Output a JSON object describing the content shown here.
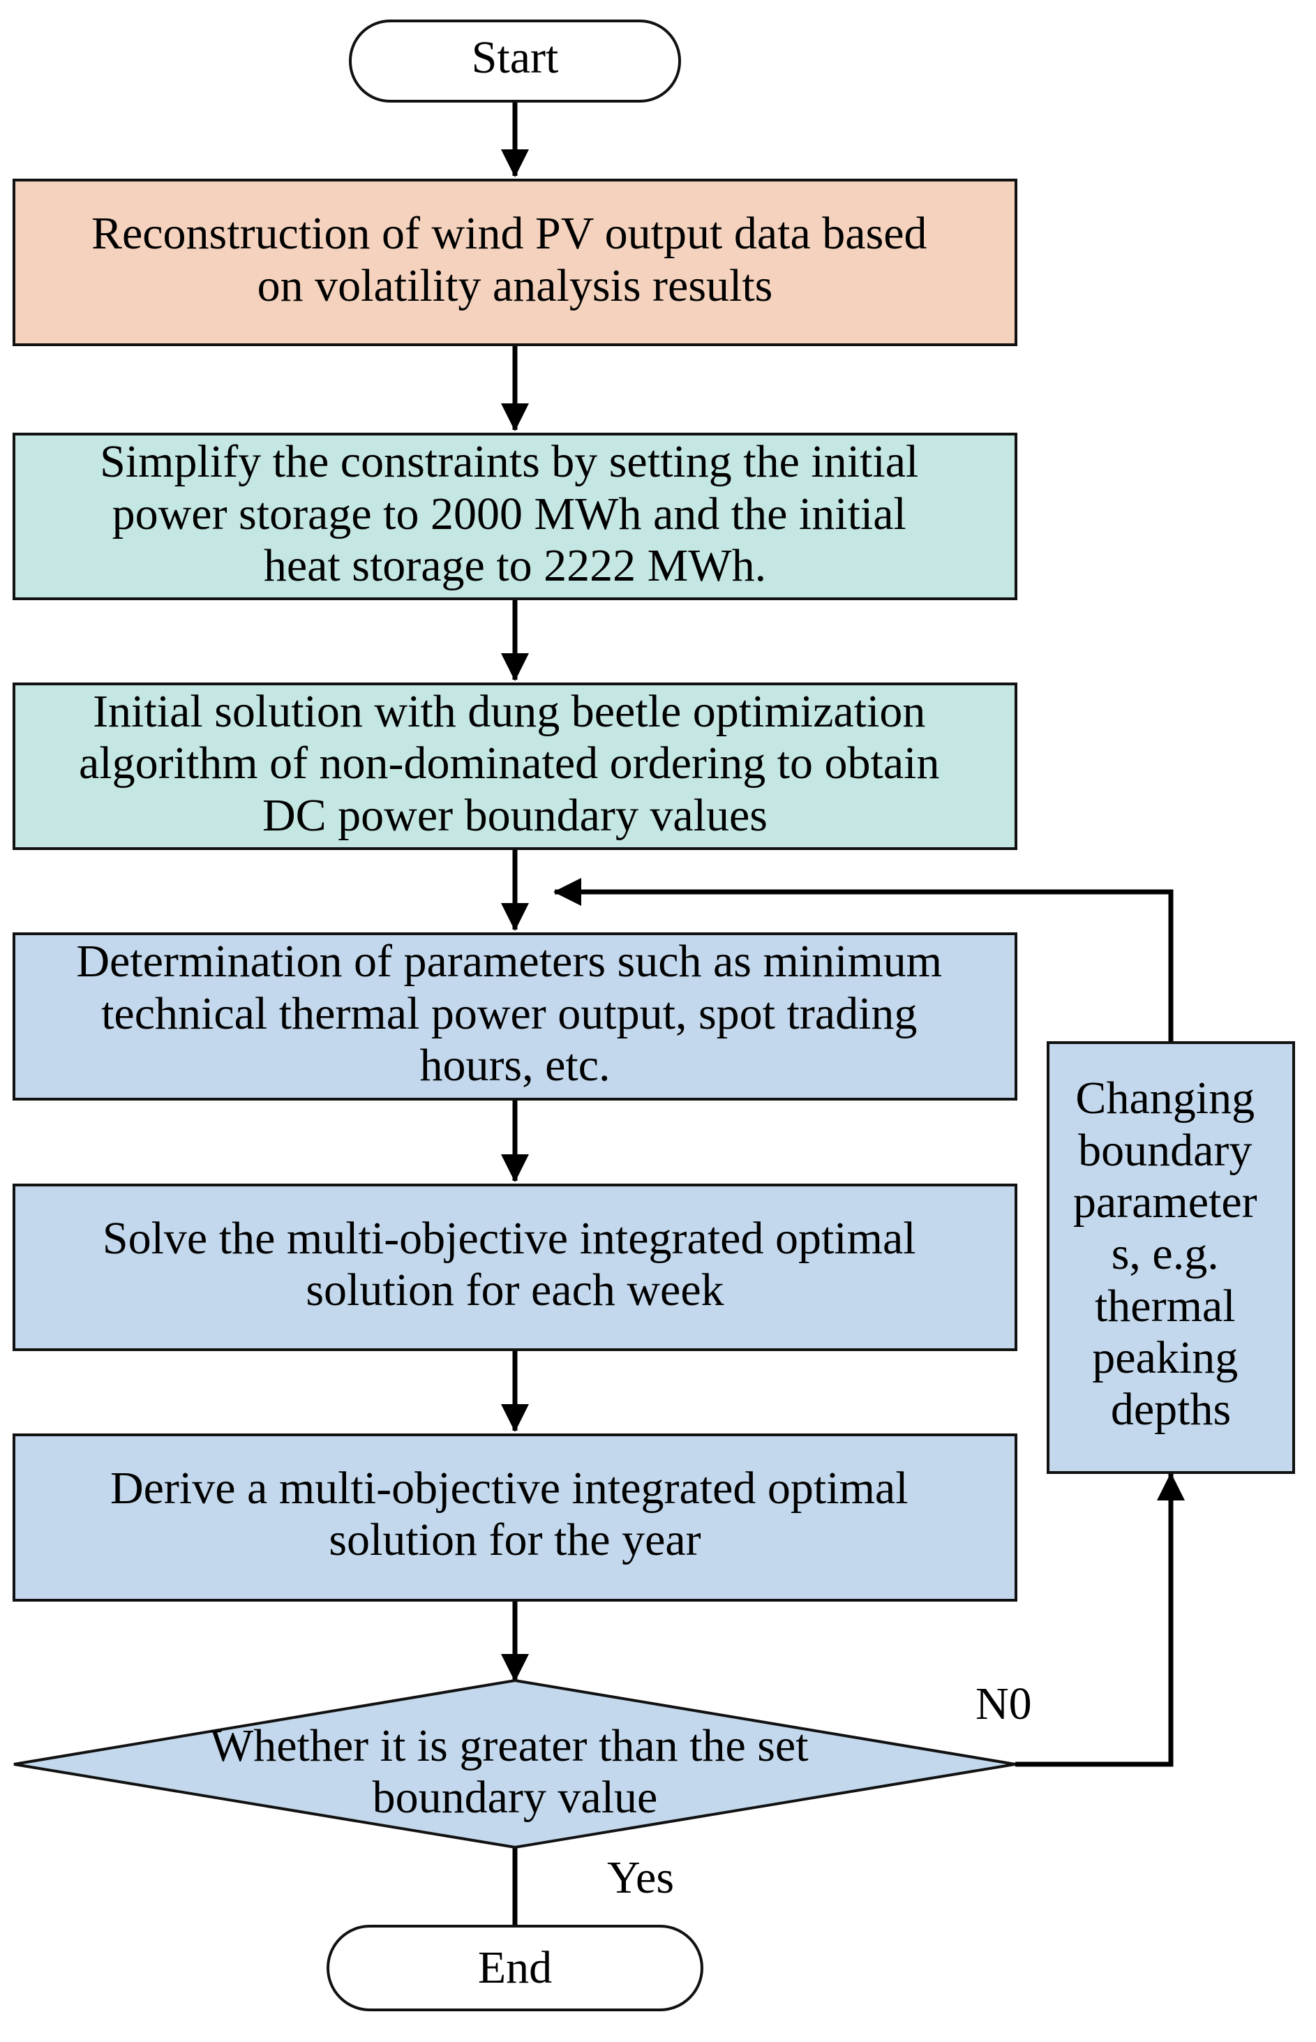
{
  "colors": {
    "process_orange": "#f4d2bd",
    "process_teal": "#c5e7e3",
    "process_blue": "#c3d8ec",
    "terminal": "#ffffff",
    "stroke": "#000000"
  },
  "nodes": {
    "start": {
      "label": "Start"
    },
    "reconstruct": {
      "lines": [
        "Reconstruction of wind PV output data based",
        "on volatility analysis results"
      ]
    },
    "simplify": {
      "lines": [
        "Simplify the constraints by setting the initial",
        "power storage to 2000 MWh and the initial",
        "heat storage to 2222 MWh."
      ]
    },
    "initial_solution": {
      "lines": [
        "Initial solution with dung beetle optimization",
        "algorithm of non-dominated ordering to obtain",
        "DC power boundary values"
      ]
    },
    "determine_params": {
      "lines": [
        "Determination of parameters such as minimum",
        "technical thermal power output, spot trading",
        "hours, etc."
      ]
    },
    "solve_weekly": {
      "lines": [
        "Solve the multi-objective integrated optimal",
        "solution for each week"
      ]
    },
    "derive_yearly": {
      "lines": [
        "Derive a multi-objective integrated optimal",
        "solution for the year"
      ]
    },
    "decision": {
      "lines": [
        "Whether it is greater than the set",
        "boundary value"
      ]
    },
    "change_params": {
      "lines": [
        "Changing",
        "boundary",
        "parameter",
        "s, e.g.",
        "thermal",
        "peaking",
        "depths"
      ]
    },
    "end": {
      "label": "End"
    }
  },
  "edge_labels": {
    "no": "N0",
    "yes": "Yes"
  }
}
